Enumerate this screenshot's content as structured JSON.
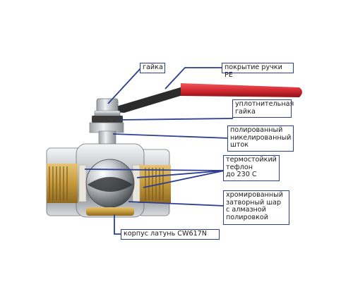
{
  "labels": {
    "nut": "гайка",
    "handle_coating": "покрытие ручки PE",
    "seal_nut": "уплотнительная\nгайка",
    "stem": "полированный\nникелированный\nшток",
    "teflon": "термостойкий\nтефлон\nдо 230 С",
    "ball": "хромированный\nзатворный шар\nс алмазной\nполировкой",
    "body": "корпус латунь CW617N"
  },
  "colors": {
    "leader": "#2c3f92",
    "handle": "#d42a32",
    "brass": "#c9a24a",
    "chrome": "#bfc3c7"
  }
}
